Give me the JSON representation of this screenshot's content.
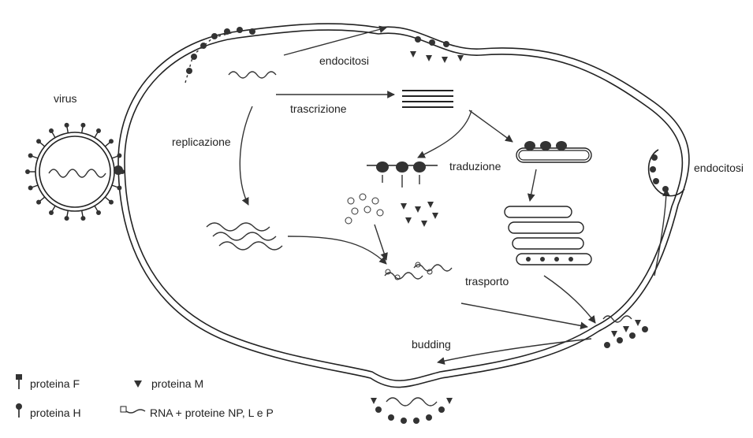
{
  "labels": {
    "virus": "virus",
    "endocytosis_top": "endocitosi",
    "transcription": "trascrizione",
    "replication": "replicazione",
    "translation": "traduzione",
    "endocytosis_right": "endocitosi",
    "transport": "trasporto",
    "budding": "budding"
  },
  "legend": {
    "protein_f": "proteina F",
    "protein_m": "proteina M",
    "protein_h": "proteina H",
    "rna": "RNA + proteine NP, L e P"
  }
}
